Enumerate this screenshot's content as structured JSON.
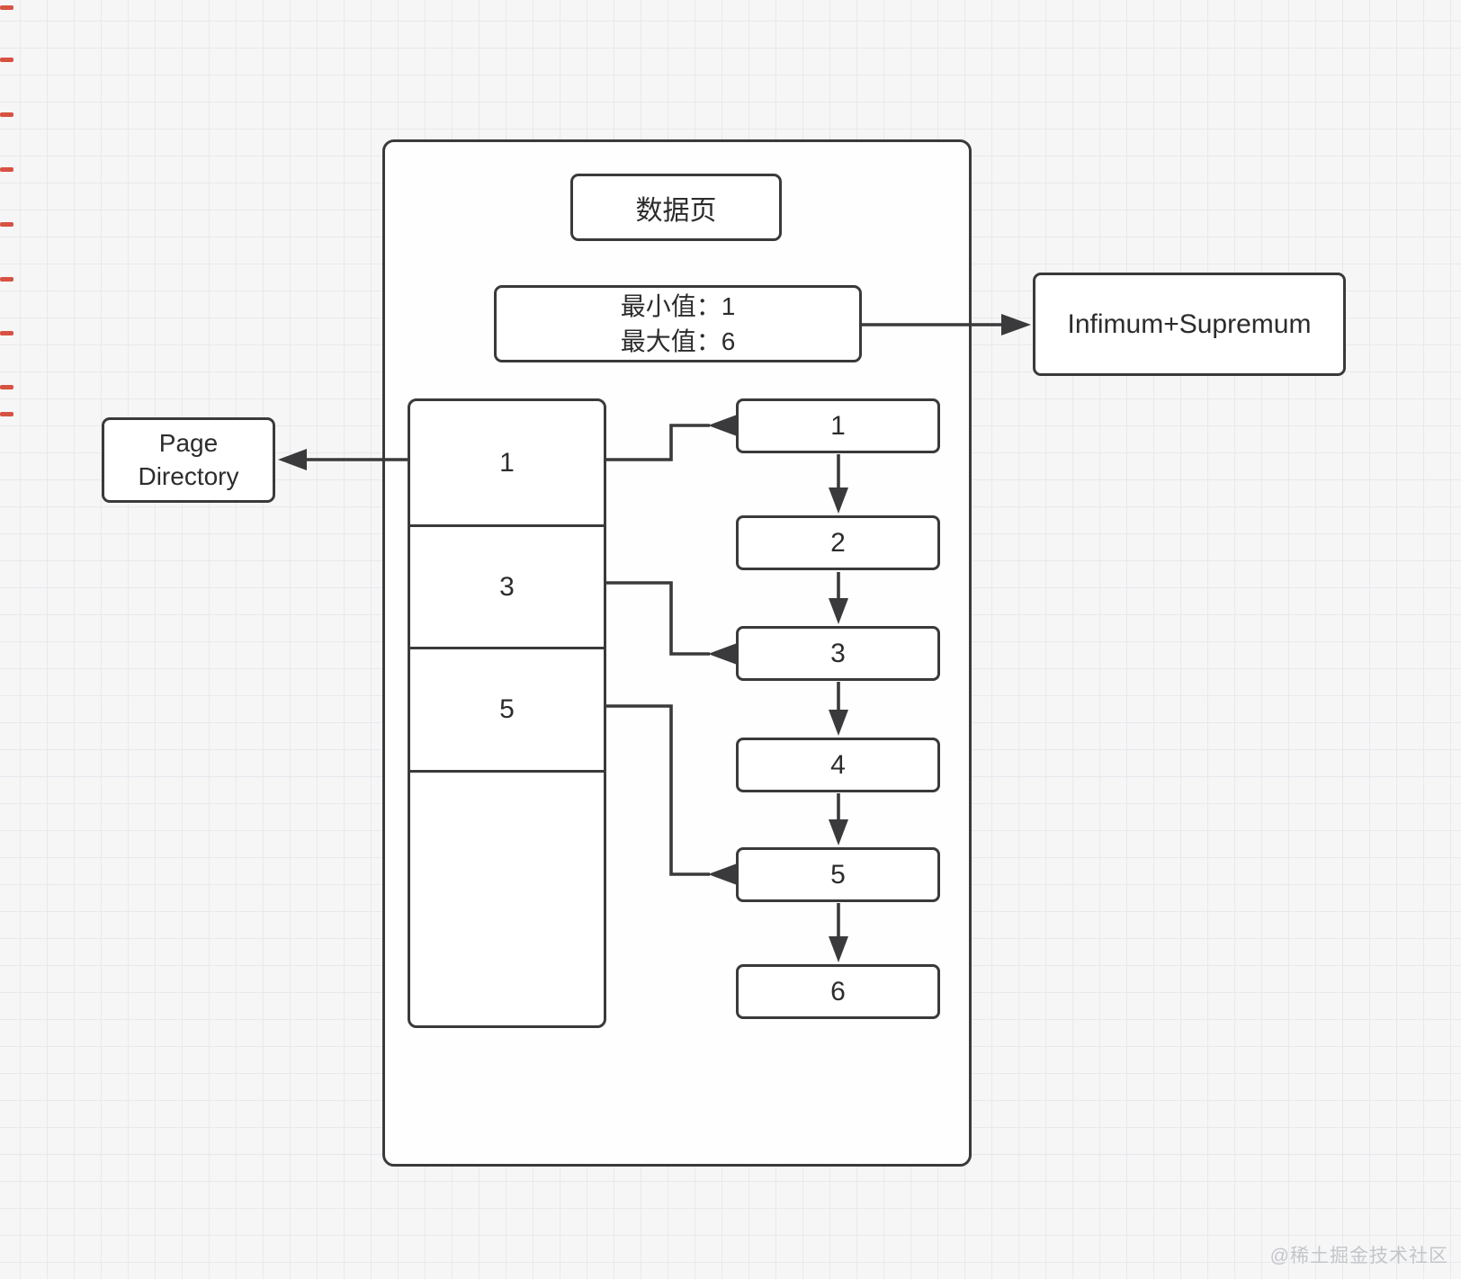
{
  "outer_box": {
    "title": "数据页"
  },
  "minmax_box": {
    "line1": "最小值：1",
    "line2": "最大值：6"
  },
  "infimum_box": {
    "label": "Infimum+Supremum"
  },
  "page_directory_box": {
    "line1": "Page",
    "line2": "Directory"
  },
  "directory_slots": [
    {
      "label": "1"
    },
    {
      "label": "3"
    },
    {
      "label": "5"
    },
    {
      "label": ""
    }
  ],
  "record_boxes": [
    {
      "label": "1"
    },
    {
      "label": "2"
    },
    {
      "label": "3"
    },
    {
      "label": "4"
    },
    {
      "label": "5"
    },
    {
      "label": "6"
    }
  ],
  "watermark": "@稀土掘金技术社区",
  "colors": {
    "line": "#3a3a3c",
    "box_fill": "#ffffff",
    "background": "#f6f6f7",
    "grid_line": "#e9e9ed",
    "watermark_text": "#c2c6cb",
    "edge_marks": "#d4402f"
  }
}
